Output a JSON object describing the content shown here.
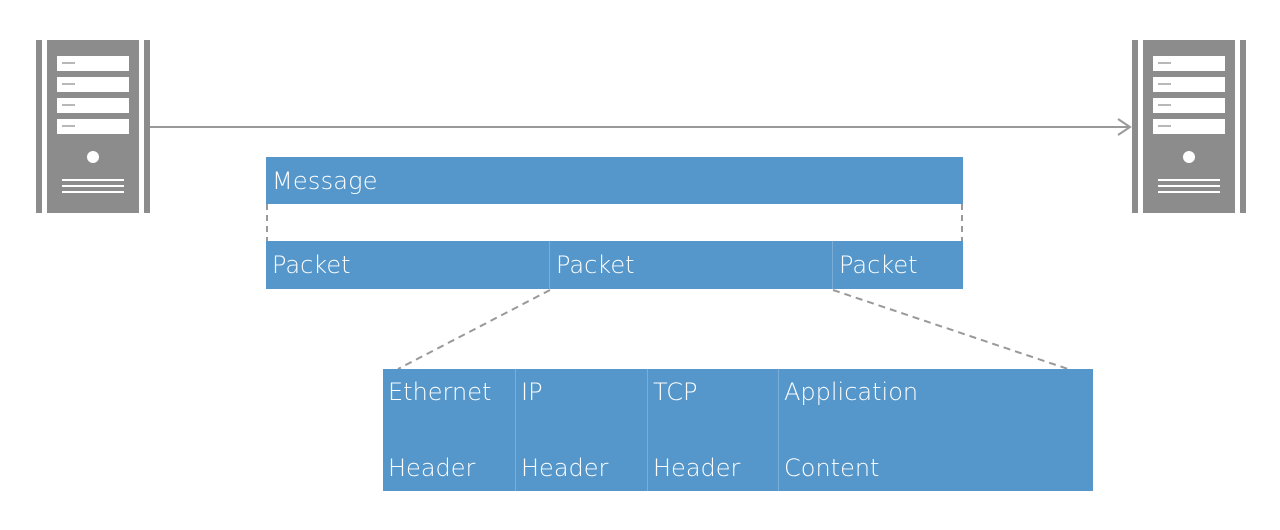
{
  "message": {
    "label": "Message"
  },
  "packets": [
    {
      "label": "Packet"
    },
    {
      "label": "Packet"
    },
    {
      "label": "Packet"
    }
  ],
  "packet_detail": [
    {
      "line1": "Ethernet",
      "line2": "Header"
    },
    {
      "line1": "IP",
      "line2": "Header"
    },
    {
      "line1": "TCP",
      "line2": "Header"
    },
    {
      "line1": "Application",
      "line2": "Content"
    }
  ],
  "colors": {
    "block_fill": "#5597cb",
    "server_gray": "#8c8c8c",
    "line_gray": "#999999",
    "background": "#ffffff"
  },
  "icons": {
    "left_server": "server-icon",
    "right_server": "server-icon",
    "arrow": "arrow-right-icon"
  }
}
